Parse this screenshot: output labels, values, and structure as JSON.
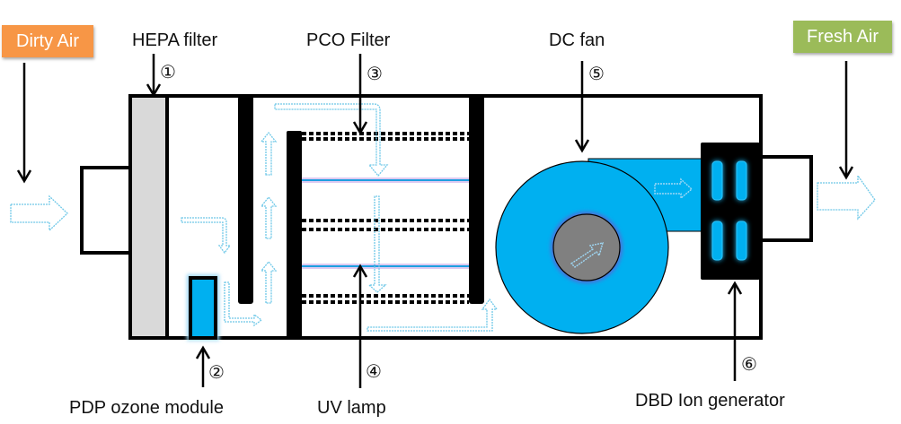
{
  "diagram": {
    "title": "Air purifier internal structure",
    "inlet_tag": {
      "label": "Dirty Air",
      "color": "#F79646"
    },
    "outlet_tag": {
      "label": "Fresh Air",
      "color": "#9BBB59"
    },
    "components": [
      {
        "number": "①",
        "label": "HEPA filter"
      },
      {
        "number": "②",
        "label": "PDP ozone module"
      },
      {
        "number": "③",
        "label": "PCO Filter"
      },
      {
        "number": "④",
        "label": "UV lamp"
      },
      {
        "number": "⑤",
        "label": "DC fan"
      },
      {
        "number": "⑥",
        "label": "DBD Ion generator"
      }
    ],
    "colors": {
      "device_blue": "#00B0F0",
      "filter_gray": "#D9D9D9",
      "hub_gray": "#808080",
      "airflow": "#6FC8E8",
      "uv_line": "#1E9FE0"
    }
  }
}
